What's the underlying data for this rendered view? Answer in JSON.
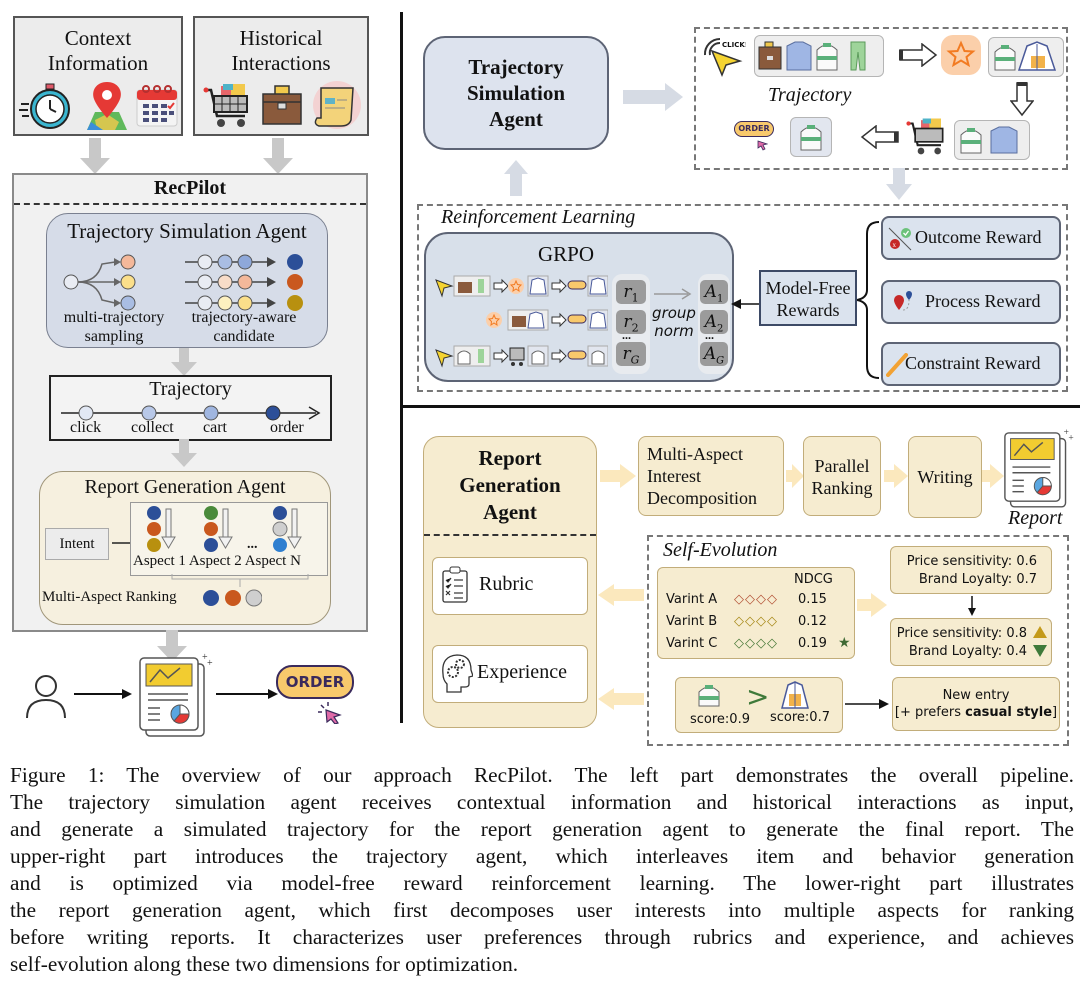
{
  "left_panel": {
    "context_box": {
      "title_line1": "Context",
      "title_line2": "Information",
      "icons": [
        "stopwatch-icon",
        "map-pin-icon",
        "calendar-icon"
      ]
    },
    "history_box": {
      "title_line1": "Historical",
      "title_line2": "Interactions",
      "icons": [
        "shopping-cart-icon",
        "briefcase-icon",
        "receipt-scroll-icon"
      ]
    },
    "recpilot_title": "RecPilot",
    "trajectory_simulation_agent": {
      "title": "Trajectory Simulation Agent",
      "left_label_line1": "multi-trajectory",
      "left_label_line2": "sampling",
      "right_label_line1": "trajectory-aware",
      "right_label_line2": "candidate"
    },
    "trajectory": {
      "title": "Trajectory",
      "steps": [
        "click",
        "collect",
        "cart",
        "order"
      ]
    },
    "report_generation_agent": {
      "title": "Report Generation Agent",
      "intent_label": "Intent",
      "aspects": [
        "Aspect 1",
        "Aspect 2",
        "Aspect N"
      ],
      "ellipsis": "...",
      "ranking_label": "Multi-Aspect Ranking"
    },
    "bottom_flow": {
      "user": "user-icon",
      "report": "report-icon",
      "order_label": "ORDER"
    }
  },
  "upper_right": {
    "agent_title_line1": "Trajectory",
    "agent_title_line2": "Simulation",
    "agent_title_line3": "Agent",
    "trajectory_label": "Trajectory",
    "click_label": "CLICK!",
    "order_label": "ORDER",
    "rl_title": "Reinforcement Learning",
    "grpo_title": "GRPO",
    "rewards_r": [
      {
        "base": "r",
        "sub": "1"
      },
      {
        "base": "r",
        "sub": "2"
      },
      {
        "base": "r",
        "sub": "G"
      }
    ],
    "advantages_a": [
      {
        "base": "A",
        "sub": "1"
      },
      {
        "base": "A",
        "sub": "2"
      },
      {
        "base": "A",
        "sub": "G"
      }
    ],
    "dots": "...",
    "group_norm_line1": "group",
    "group_norm_line2": "norm",
    "model_free_line1": "Model-Free",
    "model_free_line2": "Rewards",
    "rewards": [
      "Outcome Reward",
      "Process Reward",
      "Constraint Reward"
    ]
  },
  "lower_right": {
    "agent_title_line1": "Report",
    "agent_title_line2": "Generation",
    "agent_title_line3": "Agent",
    "rubric_label": "Rubric",
    "experience_label": "Experience",
    "steps": [
      {
        "lines": [
          "Multi-Aspect",
          "Interest",
          "Decomposition"
        ]
      },
      {
        "lines": [
          "Parallel",
          "Ranking"
        ]
      },
      {
        "lines": [
          "Writing"
        ]
      }
    ],
    "report_label": "Report",
    "self_evolution_title": "Self-Evolution",
    "ndcg_header": "NDCG",
    "variants": [
      {
        "name": "Varint A",
        "ndcg": "0.15",
        "color": "#b5553a",
        "best": false
      },
      {
        "name": "Varint B",
        "ndcg": "0.12",
        "color": "#a88a1a",
        "best": false
      },
      {
        "name": "Varint C",
        "ndcg": "0.19",
        "color": "#4a7a3a",
        "best": true
      }
    ],
    "profile_before": {
      "line1": "Price sensitivity: 0.6",
      "line2": "Brand Loyalty: 0.7"
    },
    "profile_after": {
      "line1": "Price sensitivity: 0.8",
      "line2": "Brand Loyalty: 0.4",
      "up_color": "#c49a1a",
      "down_color": "#3f7a3a"
    },
    "comparison": {
      "score_a": "score:0.9",
      "score_b": "score:0.7",
      "op": ">"
    },
    "new_entry": {
      "line1": "New entry",
      "line2_prefix": "[+ prefers ",
      "line2_bold": "casual style",
      "line2_suffix": "]"
    }
  },
  "caption": {
    "lines": [
      "Figure 1: The overview of our approach RecPilot. The left part demonstrates the overall pipeline.",
      "The trajectory simulation agent receives contextual information and historical interactions as input,",
      "and generate a simulated trajectory for the report generation agent to generate the final report. The",
      "upper-right part introduces the trajectory agent, which interleaves item and behavior generation",
      "and is optimized via model-free reward reinforcement learning.  The lower-right part illustrates",
      "the report generation agent, which first decomposes user interests into multiple aspects for ranking",
      "before writing reports. It characterizes user preferences through rubrics and experience, and achieves",
      "self-evolution along these two dimensions for optimization."
    ]
  },
  "colors": {
    "blue_dark": "#2c4f98",
    "orange_dark": "#c9581e",
    "gold_dark": "#b8900f",
    "green": "#4a8a3a",
    "gray_light": "#cfcfcf",
    "blue_bright": "#2f7fd0"
  }
}
